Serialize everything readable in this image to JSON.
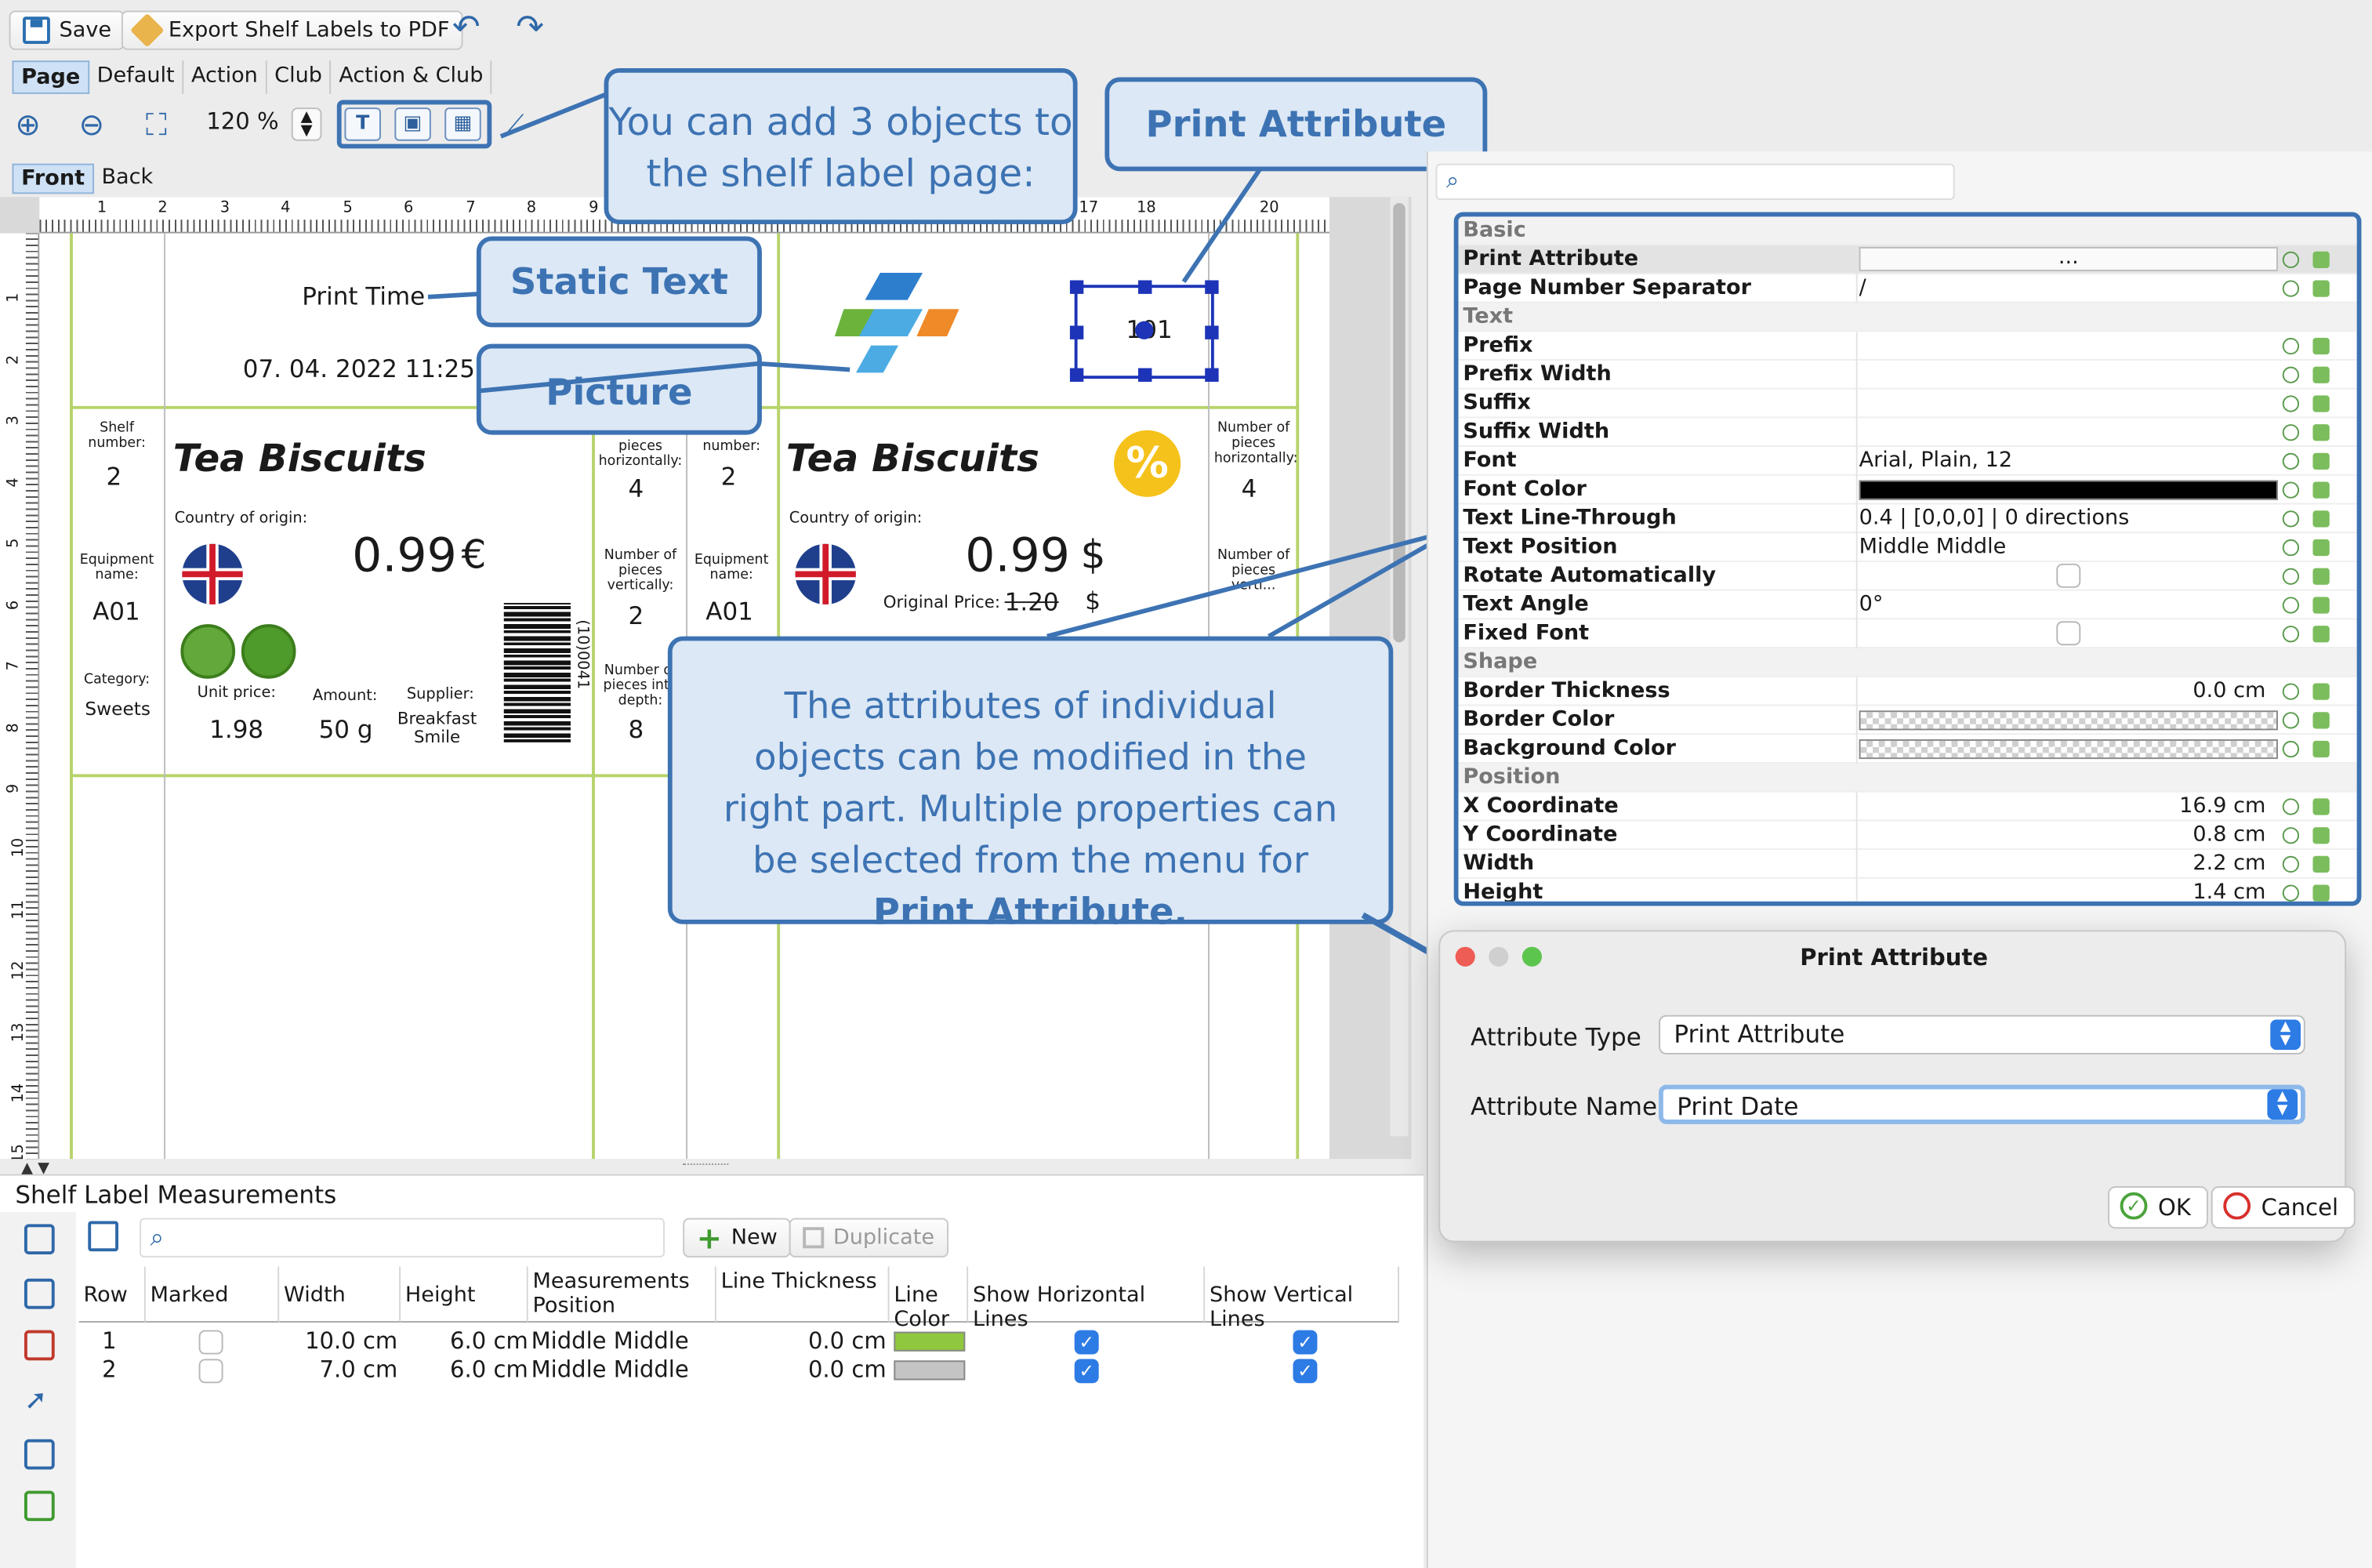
{
  "toolbar": {
    "save": "Save",
    "export": "Export Shelf Labels to PDF",
    "undo_icon": "undo-icon",
    "redo_icon": "redo-icon"
  },
  "mode_tabs": [
    "Page",
    "Default",
    "Action",
    "Club",
    "Action & Club"
  ],
  "zoom": "120 %",
  "side_tabs": [
    "Front",
    "Back"
  ],
  "ruler_h": [
    "1",
    "2",
    "3",
    "4",
    "5",
    "6",
    "7",
    "8",
    "9",
    "17",
    "18",
    "20"
  ],
  "ruler_v": [
    "1",
    "2",
    "3",
    "4",
    "5",
    "6",
    "7",
    "8",
    "9",
    "10",
    "11",
    "12",
    "13",
    "14",
    "15"
  ],
  "label_page": {
    "print_time": "Print Time",
    "print_date": "07. 04. 2022 11:25:",
    "selected_value": "101"
  },
  "labels": [
    {
      "shelf_number_label": "Shelf number:",
      "shelf_number": "2",
      "equipment_label": "Equipment name:",
      "equipment": "A01",
      "category_label": "Category:",
      "category": "Sweets",
      "name": "Tea Biscuits",
      "origin_label": "Country of origin:",
      "price": "0.99",
      "currency": "€",
      "unit_price_label": "Unit price:",
      "unit_price": "1.98",
      "amount_label": "Amount:",
      "amount": "50 g",
      "supplier_label": "Supplier:",
      "supplier": "Breakfast Smile",
      "barcode_text": "(10)0041",
      "h_label": "pieces horizontally:",
      "h_value": "4",
      "v_label": "Number of pieces vertically:",
      "v_value": "2",
      "d_label": "Number of pieces into depth:",
      "d_value": "8"
    },
    {
      "shelf_number_label": "number:",
      "shelf_number": "2",
      "equipment_label": "Equipment name:",
      "equipment": "A01",
      "name": "Tea Biscuits",
      "origin_label": "Country of origin:",
      "price": "0.99",
      "currency": "$",
      "original_price_label": "Original Price:",
      "original_price": "1.20",
      "original_currency": "$",
      "discount_badge": "%",
      "h_label": "Number of pieces horizontally:",
      "h_value": "4",
      "v_label": "Number of pieces verti..."
    }
  ],
  "callouts": {
    "add_objects": "You can add 3 objects to the shelf label page:",
    "print_attribute": "Print Attribute",
    "static_text": "Static Text",
    "picture": "Picture",
    "attributes_part1": "The attributes of individual objects can be modified in the right part. Multiple properties can be selected from the menu for ",
    "attributes_bold": "Print Attribute."
  },
  "properties": [
    {
      "cat": "Basic"
    },
    {
      "key": "Print Attribute",
      "value": "...",
      "kind": "button"
    },
    {
      "key": "Page Number Separator",
      "value": "/"
    },
    {
      "cat": "Text"
    },
    {
      "key": "Prefix",
      "value": ""
    },
    {
      "key": "Prefix Width",
      "value": ""
    },
    {
      "key": "Suffix",
      "value": ""
    },
    {
      "key": "Suffix Width",
      "value": ""
    },
    {
      "key": "Font",
      "value": "Arial, Plain, 12"
    },
    {
      "key": "Font Color",
      "value": "",
      "kind": "swatch-black"
    },
    {
      "key": "Text Line-Through",
      "value": "0.4 | [0,0,0] | 0 directions"
    },
    {
      "key": "Text Position",
      "value": "Middle Middle"
    },
    {
      "key": "Rotate Automatically",
      "value": "",
      "kind": "checkbox"
    },
    {
      "key": "Text Angle",
      "value": "0°"
    },
    {
      "key": "Fixed Font",
      "value": "",
      "kind": "checkbox"
    },
    {
      "cat": "Shape"
    },
    {
      "key": "Border Thickness",
      "value": "0.0 cm",
      "align": "right"
    },
    {
      "key": "Border Color",
      "value": "",
      "kind": "swatch-transparent"
    },
    {
      "key": "Background Color",
      "value": "",
      "kind": "swatch-transparent"
    },
    {
      "cat": "Position"
    },
    {
      "key": "X Coordinate",
      "value": "16.9 cm",
      "align": "right"
    },
    {
      "key": "Y Coordinate",
      "value": "0.8 cm",
      "align": "right"
    },
    {
      "key": "Width",
      "value": "2.2 cm",
      "align": "right"
    },
    {
      "key": "Height",
      "value": "1.4 cm",
      "align": "right"
    }
  ],
  "dialog": {
    "title": "Print Attribute",
    "type_label": "Attribute Type",
    "type_value": "Print Attribute",
    "name_label": "Attribute Name",
    "name_value": "Print Date",
    "ok": "OK",
    "cancel": "Cancel"
  },
  "measurements": {
    "title": "Shelf Label Measurements",
    "new": "New",
    "duplicate": "Duplicate",
    "columns": [
      "Row",
      "Marked",
      "Width",
      "Height",
      "Measurements Position",
      "Line Thickness",
      "Line Color",
      "Show Horizontal Lines",
      "Show Vertical Lines"
    ],
    "rows": [
      {
        "row": "1",
        "marked": false,
        "width": "10.0 cm",
        "height": "6.0 cm",
        "position": "Middle Middle",
        "thickness": "0.0 cm",
        "color": "#8fc73e",
        "h": true,
        "v": true
      },
      {
        "row": "2",
        "marked": false,
        "width": "7.0 cm",
        "height": "6.0 cm",
        "position": "Middle Middle",
        "thickness": "0.0 cm",
        "color": "#c4c4c4",
        "h": true,
        "v": true
      }
    ]
  },
  "colors": {
    "accent": "#3d73b3",
    "selection": "#1d34b8",
    "guide_green": "#b7d36b"
  }
}
